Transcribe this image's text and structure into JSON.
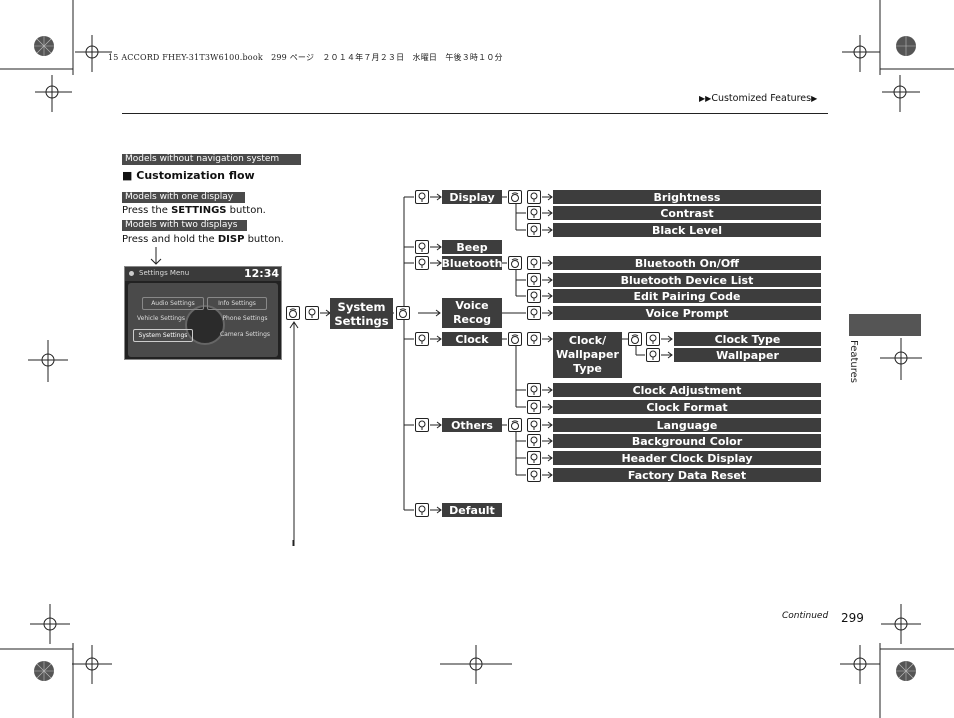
{
  "print_header": "15 ACCORD FHEY-31T3W6100.book　299 ページ　２０１４年７月２３日　水曜日　午後３時１０分",
  "breadcrumb": {
    "marker": "▶▶",
    "text": "Customized Features",
    "end_marker": "▶"
  },
  "tags": {
    "without_nav": "Models without navigation system",
    "one_display": "Models with one display",
    "two_displays": "Models with two displays"
  },
  "section_title": {
    "bullet": "■",
    "text": "Customization flow"
  },
  "instructions": {
    "one_display": {
      "pre": "Press the ",
      "key": "SETTINGS",
      "post": " button."
    },
    "two_displays": {
      "pre": "Press and hold the ",
      "key": "DISP",
      "post": " button."
    }
  },
  "screen": {
    "title": "Settings Menu",
    "clock": "12:34",
    "items": [
      "Audio Settings",
      "Info Settings",
      "Vehicle Settings",
      "Phone Settings",
      "System Settings",
      "Camera Settings"
    ]
  },
  "flow": {
    "root": "System Settings",
    "branches": {
      "display": "Display",
      "beep": "Beep",
      "bluetooth": "Bluetooth",
      "voice_recog": "Voice Recog",
      "clock": "Clock",
      "others": "Others",
      "default": "Default"
    },
    "display_items": [
      "Brightness",
      "Contrast",
      "Black Level"
    ],
    "bluetooth_items": [
      "Bluetooth On/Off",
      "Bluetooth Device List",
      "Edit Pairing Code"
    ],
    "voice_items": [
      "Voice Prompt"
    ],
    "clock_wallpaper": "Clock/ Wallpaper Type",
    "clock_wallpaper_items": [
      "Clock Type",
      "Wallpaper"
    ],
    "clock_items": [
      "Clock Adjustment",
      "Clock Format"
    ],
    "others_items": [
      "Language",
      "Background Color",
      "Header Clock Display",
      "Factory Data Reset"
    ]
  },
  "side_tab": "Features",
  "footer": {
    "continued": "Continued",
    "page": "299"
  },
  "icons": {
    "select": "knob-select-icon",
    "rotate": "knob-rotate-icon"
  }
}
